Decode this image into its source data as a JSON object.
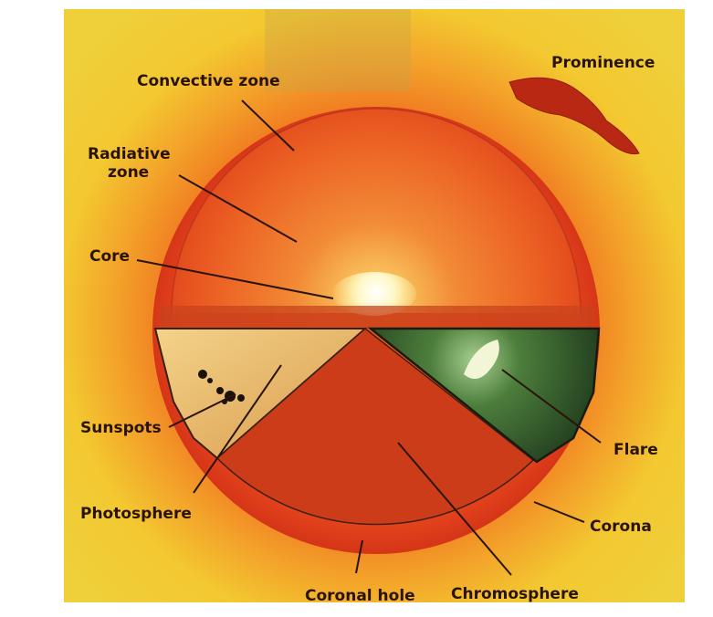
{
  "labels": {
    "convective_zone": "Convective zone",
    "radiative_zone_line1": "Radiative",
    "radiative_zone_line2": "zone",
    "core": "Core",
    "sunspots": "Sunspots",
    "photosphere": "Photosphere",
    "prominence": "Prominence",
    "flare": "Flare",
    "corona": "Corona",
    "coronal_hole": "Coronal hole",
    "chromosphere": "Chromosphere"
  },
  "colors": {
    "corona_outer": "#f3cf2c",
    "corona_glow": "#f0761c",
    "sun_body": "#e4431c",
    "radiative": "#f07a2a",
    "core": "#fff6c8",
    "photosphere_panel": "#e8b66a",
    "chromosphere_panel": "#c93a17",
    "flare_panel": "#3d6b32",
    "prominence": "#bb2713",
    "label_text": "#2a1408"
  }
}
